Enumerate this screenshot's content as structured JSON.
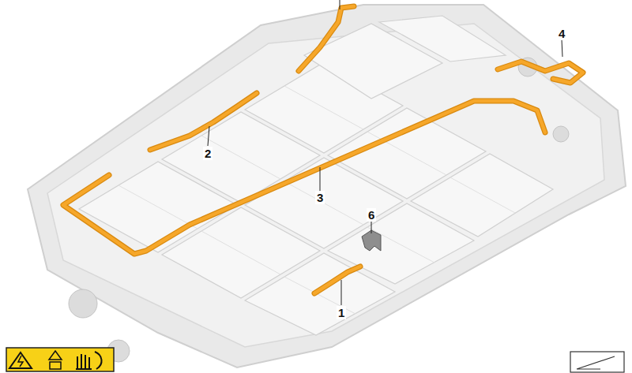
{
  "diagram": {
    "labels": [
      "4",
      "2",
      "3",
      "6",
      "1"
    ]
  }
}
